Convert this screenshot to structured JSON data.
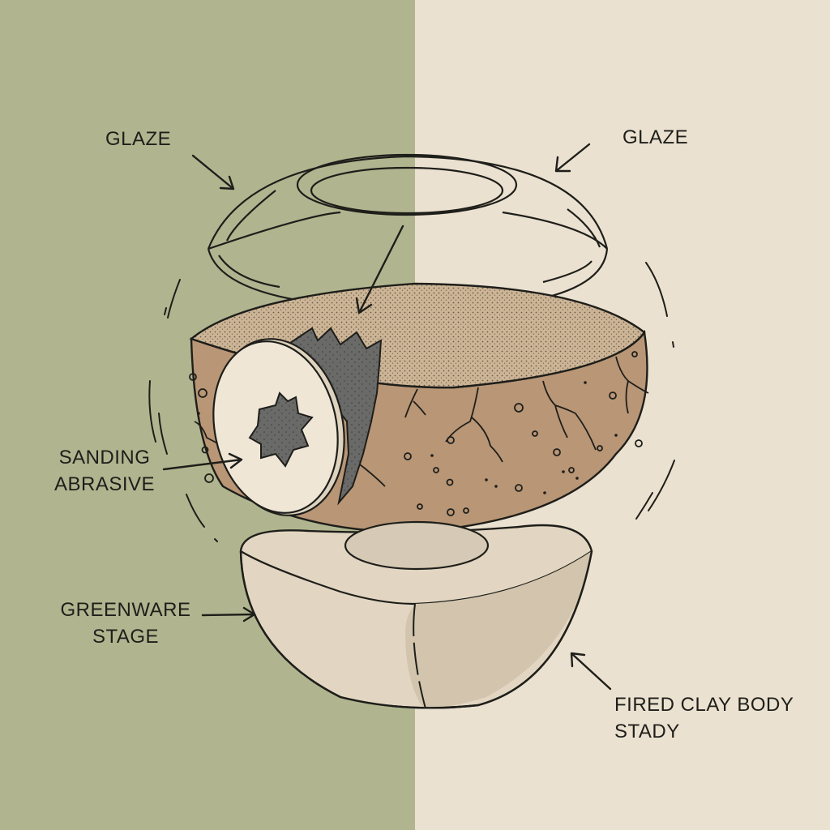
{
  "colors": {
    "background_left": "#b0b58f",
    "background_right": "#ebe1d0",
    "clay_side": "#b89676",
    "clay_top": "#ccb597",
    "greenware": "#e2d6c2",
    "greenware_shadow": "#d2c4ad",
    "abrasive": "#6a6a68",
    "disc": "#efe6d6",
    "ink": "#1e1e1a"
  },
  "labels": {
    "glaze_left": "GLAZE",
    "glaze_right": "GLAZE",
    "sanding_line1": "SANDING",
    "sanding_line2": "ABRASIVE",
    "greenware_line1": "GREENWARE",
    "greenware_line2": "STAGE",
    "fired_line1": "FIRED CLAY BODY",
    "fired_line2": "STADY"
  }
}
